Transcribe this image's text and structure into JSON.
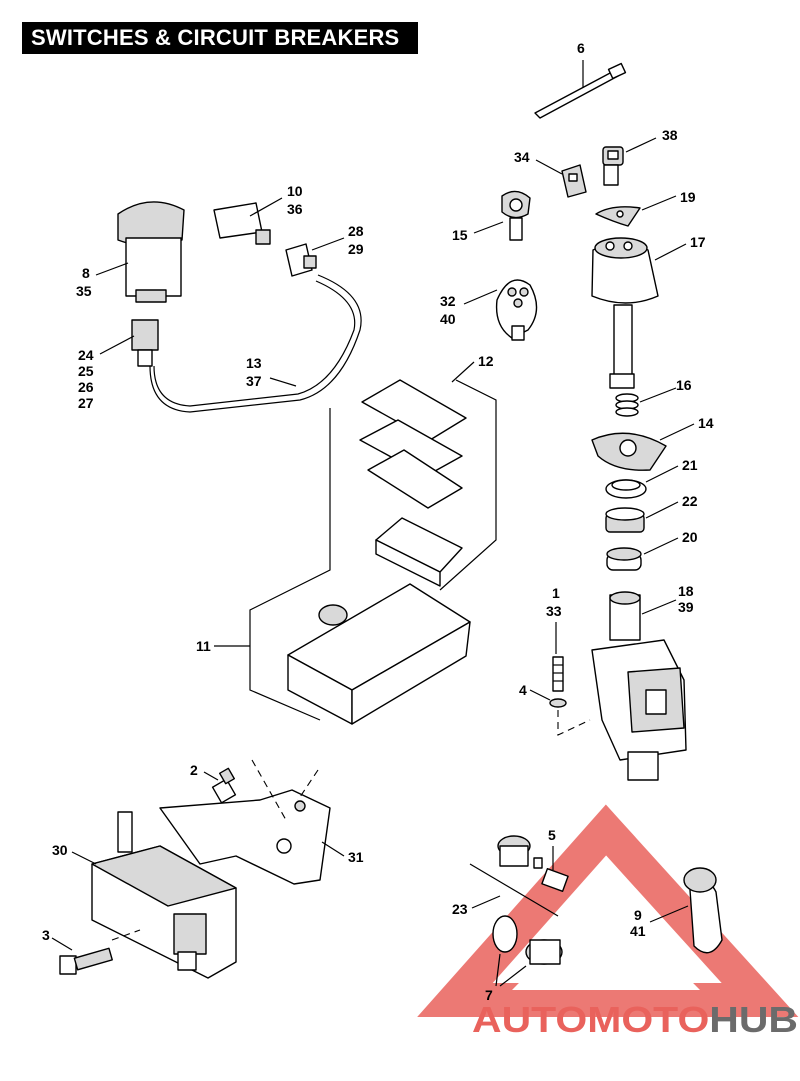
{
  "title": "SWITCHES & CIRCUIT BREAKERS",
  "callouts": [
    {
      "id": "6",
      "lines": [
        "6"
      ]
    },
    {
      "id": "38",
      "lines": [
        "38"
      ]
    },
    {
      "id": "34",
      "lines": [
        "34"
      ]
    },
    {
      "id": "19",
      "lines": [
        "19"
      ]
    },
    {
      "id": "10-36",
      "lines": [
        "10",
        "36"
      ]
    },
    {
      "id": "28-29",
      "lines": [
        "28",
        "29"
      ]
    },
    {
      "id": "15",
      "lines": [
        "15"
      ]
    },
    {
      "id": "17",
      "lines": [
        "17"
      ]
    },
    {
      "id": "8-35",
      "lines": [
        "8",
        "35"
      ]
    },
    {
      "id": "32-40",
      "lines": [
        "32",
        "40"
      ]
    },
    {
      "id": "24-27",
      "lines": [
        "24",
        "25",
        "26",
        "27"
      ]
    },
    {
      "id": "13-37",
      "lines": [
        "13",
        "37"
      ]
    },
    {
      "id": "12",
      "lines": [
        "12"
      ]
    },
    {
      "id": "16",
      "lines": [
        "16"
      ]
    },
    {
      "id": "14",
      "lines": [
        "14"
      ]
    },
    {
      "id": "21",
      "lines": [
        "21"
      ]
    },
    {
      "id": "22",
      "lines": [
        "22"
      ]
    },
    {
      "id": "20",
      "lines": [
        "20"
      ]
    },
    {
      "id": "1-33",
      "lines": [
        "1",
        "33"
      ]
    },
    {
      "id": "18-39",
      "lines": [
        "18",
        "39"
      ]
    },
    {
      "id": "11",
      "lines": [
        "11"
      ]
    },
    {
      "id": "4",
      "lines": [
        "4"
      ]
    },
    {
      "id": "2",
      "lines": [
        "2"
      ]
    },
    {
      "id": "5",
      "lines": [
        "5"
      ]
    },
    {
      "id": "30",
      "lines": [
        "30"
      ]
    },
    {
      "id": "31",
      "lines": [
        "31"
      ]
    },
    {
      "id": "23",
      "lines": [
        "23"
      ]
    },
    {
      "id": "9-41",
      "lines": [
        "9",
        "41"
      ]
    },
    {
      "id": "3",
      "lines": [
        "3"
      ]
    },
    {
      "id": "7",
      "lines": [
        "7"
      ]
    }
  ],
  "watermark": {
    "part1": "AUTO",
    "part2": "MOTO",
    "part3": "HUB"
  },
  "colors": {
    "watermark_red": "#e9625c",
    "watermark_grey": "#6b6b6b",
    "title_bg": "#000000"
  }
}
